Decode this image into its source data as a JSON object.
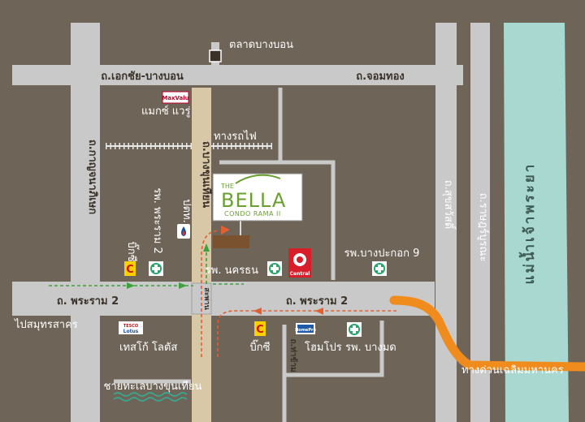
{
  "colors": {
    "background": "#6e6458",
    "road": "#c9c9c9",
    "road_main_v": "#d8c8a8",
    "river": "#a8d8cf",
    "expressway": "#f08c1e",
    "route_dash": "#e06030",
    "route_arrow": "#3fa040",
    "label": "#ffffff"
  },
  "roads": {
    "ekachai": "ถ.เอกชัย-บางบอน",
    "chomthong": "ถ.จอมทอง",
    "kanchanaphisek": "ถ.กาญจนาภิเษก",
    "bang_khun_thian": "ถ.บางขุนเทียน",
    "rama2_left": "ถ. พระราม 2",
    "rama2_right": "ถ. พระราม 2",
    "suksawat": "ถ.สุขสวัสดิ์",
    "ratburana": "ถ.ราษฎร์บูรณะ",
    "tha_kham": "ถ.ท่าข้าม",
    "sapan": "สะพาน",
    "railway": "ทางรถไฟ",
    "to_samut_sakhon": "ไปสมุทรสาคร",
    "expressway": "ทางด่วนเฉลิมมหานคร"
  },
  "river": {
    "name": "แม่น้ำเจ้าพระยา"
  },
  "project": {
    "the": "THE",
    "bella": "BELLA",
    "subtitle": "CONDO RAMA II"
  },
  "places": {
    "bang_bon_market": "ตลาดบางบอน",
    "maxvalu_logo": "MaxValu",
    "maxvalu": "แมกซ์ แวรู่",
    "ptt": "ปตท.",
    "bigc_top": "บิ๊กซี",
    "rama2_hospital": "รพ. พระราม 2",
    "nakhon_thon": "รพ. นครธน",
    "central_logo": "Central",
    "bangpakok": "รพ.บางปะกอก 9",
    "tesco_logo_top": "TESCO",
    "tesco_logo": "Lotus",
    "tesco": "เทสโก้ โลตัส",
    "bigc_bottom": "บิ๊กซี",
    "homepro_logo": "HomePro",
    "homepro": "โฮมโปร",
    "bangmod": "รพ. บางมด",
    "beach": "ชายทะเลบางขุนเทียน"
  }
}
